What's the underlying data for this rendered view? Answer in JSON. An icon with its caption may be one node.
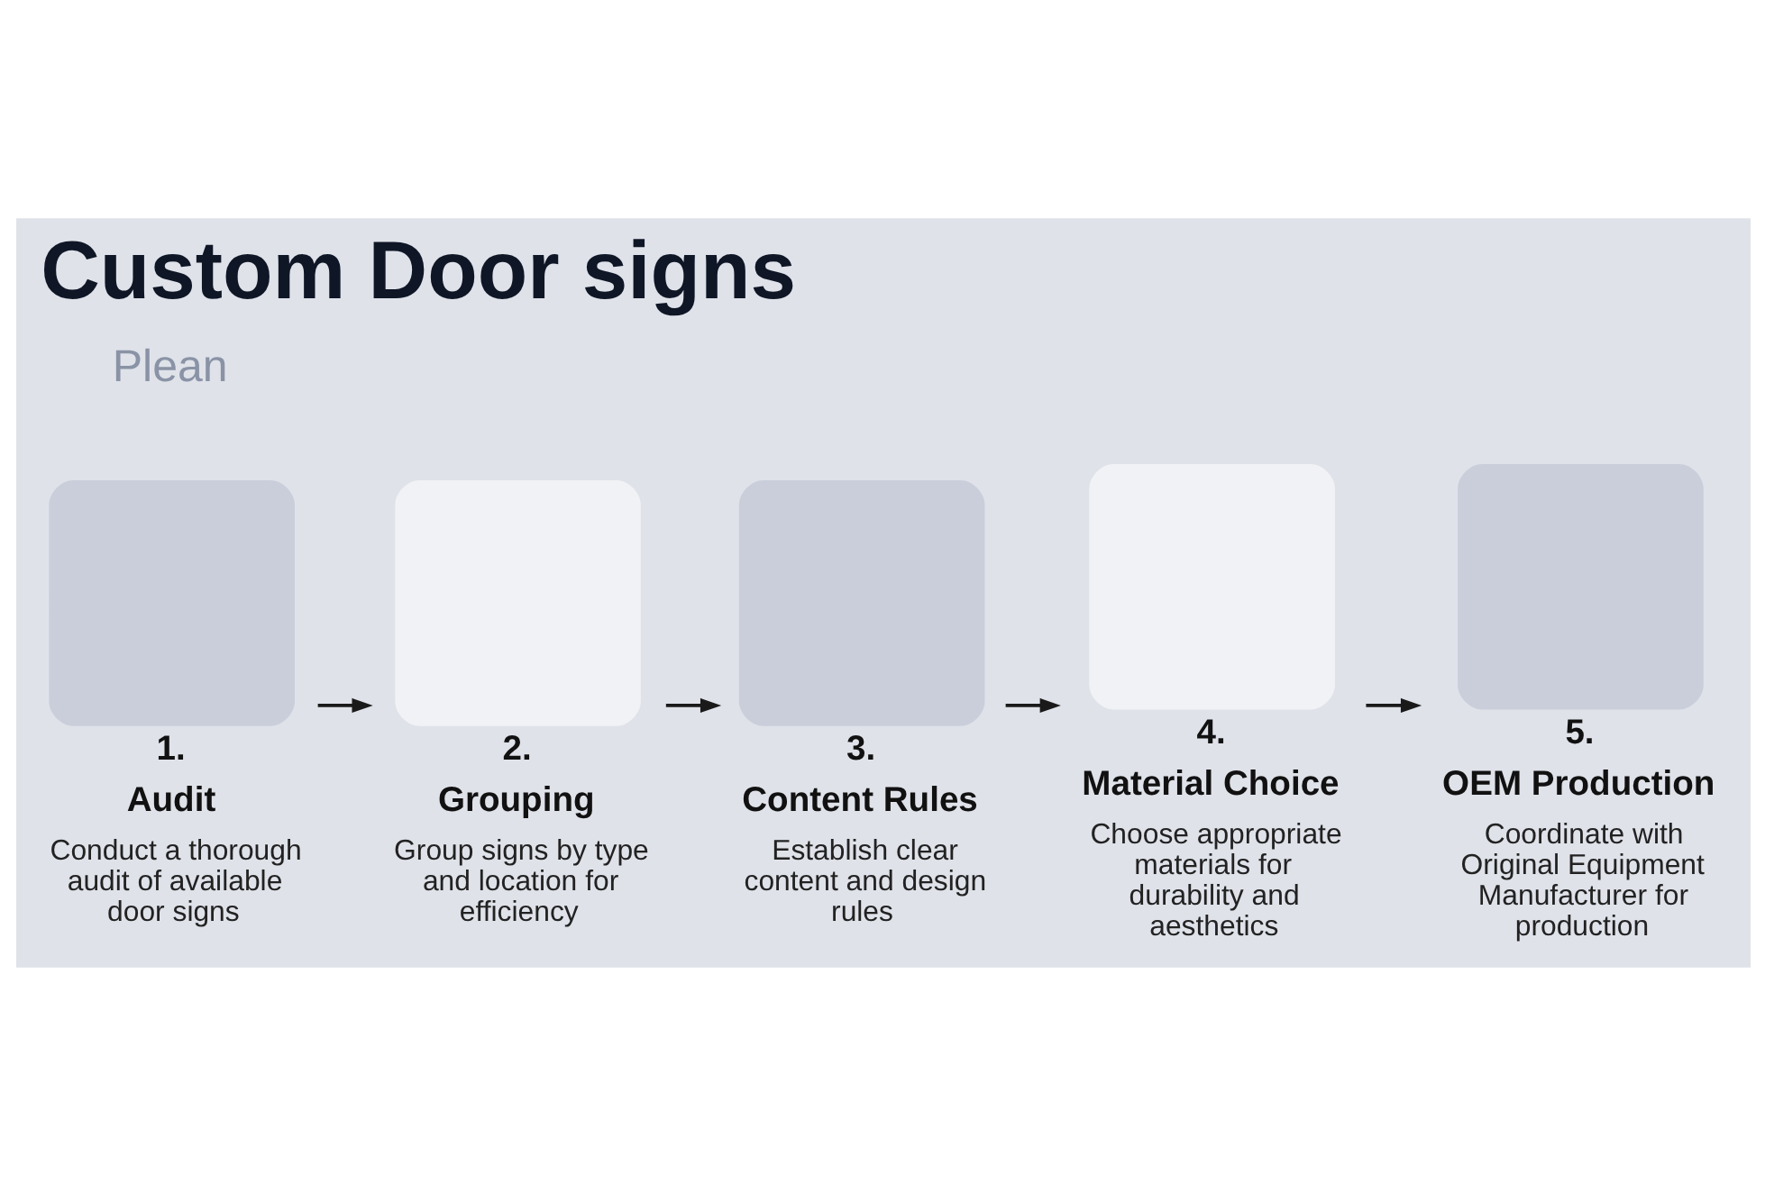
{
  "diagram": {
    "title": "Custom Door signs",
    "nodes": [
      {
        "text": [
          "1.",
          "Audit",
          "Conduct a thorough audit of available door signs"
        ]
      },
      {
        "text": [
          "2.",
          "Grouping",
          "Group signs by type and location for efficiency"
        ]
      },
      {
        "text": [
          "3.",
          "Content Rules",
          "Establish clear content and design rules"
        ]
      },
      {
        "text": [
          "4.",
          "Material Choice",
          "Choose appropriate materials for durability and aesthetics"
        ]
      },
      {
        "text": [
          "5.",
          "OEM Production",
          "Coordinate with Original Equipment Manufacturer for production"
        ]
      }
    ],
    "edges": [
      {
        "from": 0,
        "to": 1,
        "arrow": "to"
      },
      {
        "from": 1,
        "to": 2,
        "arrow": "to"
      },
      {
        "from": 2,
        "to": 3,
        "arrow": "to"
      },
      {
        "from": 3,
        "to": 4,
        "arrow": "to"
      }
    ],
    "labels": [
      "Plean"
    ]
  }
}
